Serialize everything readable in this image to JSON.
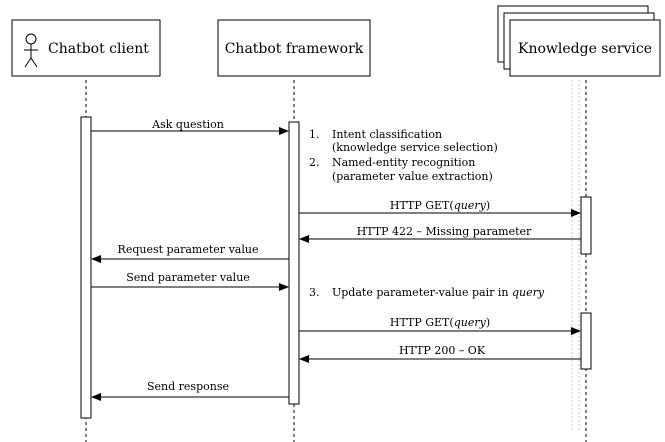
{
  "participants": {
    "client": "Chatbot client",
    "framework": "Chatbot framework",
    "knowledge": "Knowledge service"
  },
  "messages": {
    "ask_question": "Ask question",
    "http_get_1_prefix": "HTTP GET(",
    "query_word": "query",
    "http_get_suffix": ")",
    "http_422": "HTTP 422 – Missing parameter",
    "request_param": "Request parameter value",
    "send_param": "Send parameter value",
    "http_get_2_prefix": "HTTP GET(",
    "http_200": "HTTP 200 – OK",
    "send_response": "Send response"
  },
  "notes": {
    "step1_num": "1.",
    "step1_line1": "Intent classification",
    "step1_line2": "(knowledge service selection)",
    "step2_num": "2.",
    "step2_line1": "Named-entity recognition",
    "step2_line2": "(parameter value extraction)",
    "step3_num": "3.",
    "step3_text": "Update parameter-value pair in ",
    "step3_query": "query"
  }
}
